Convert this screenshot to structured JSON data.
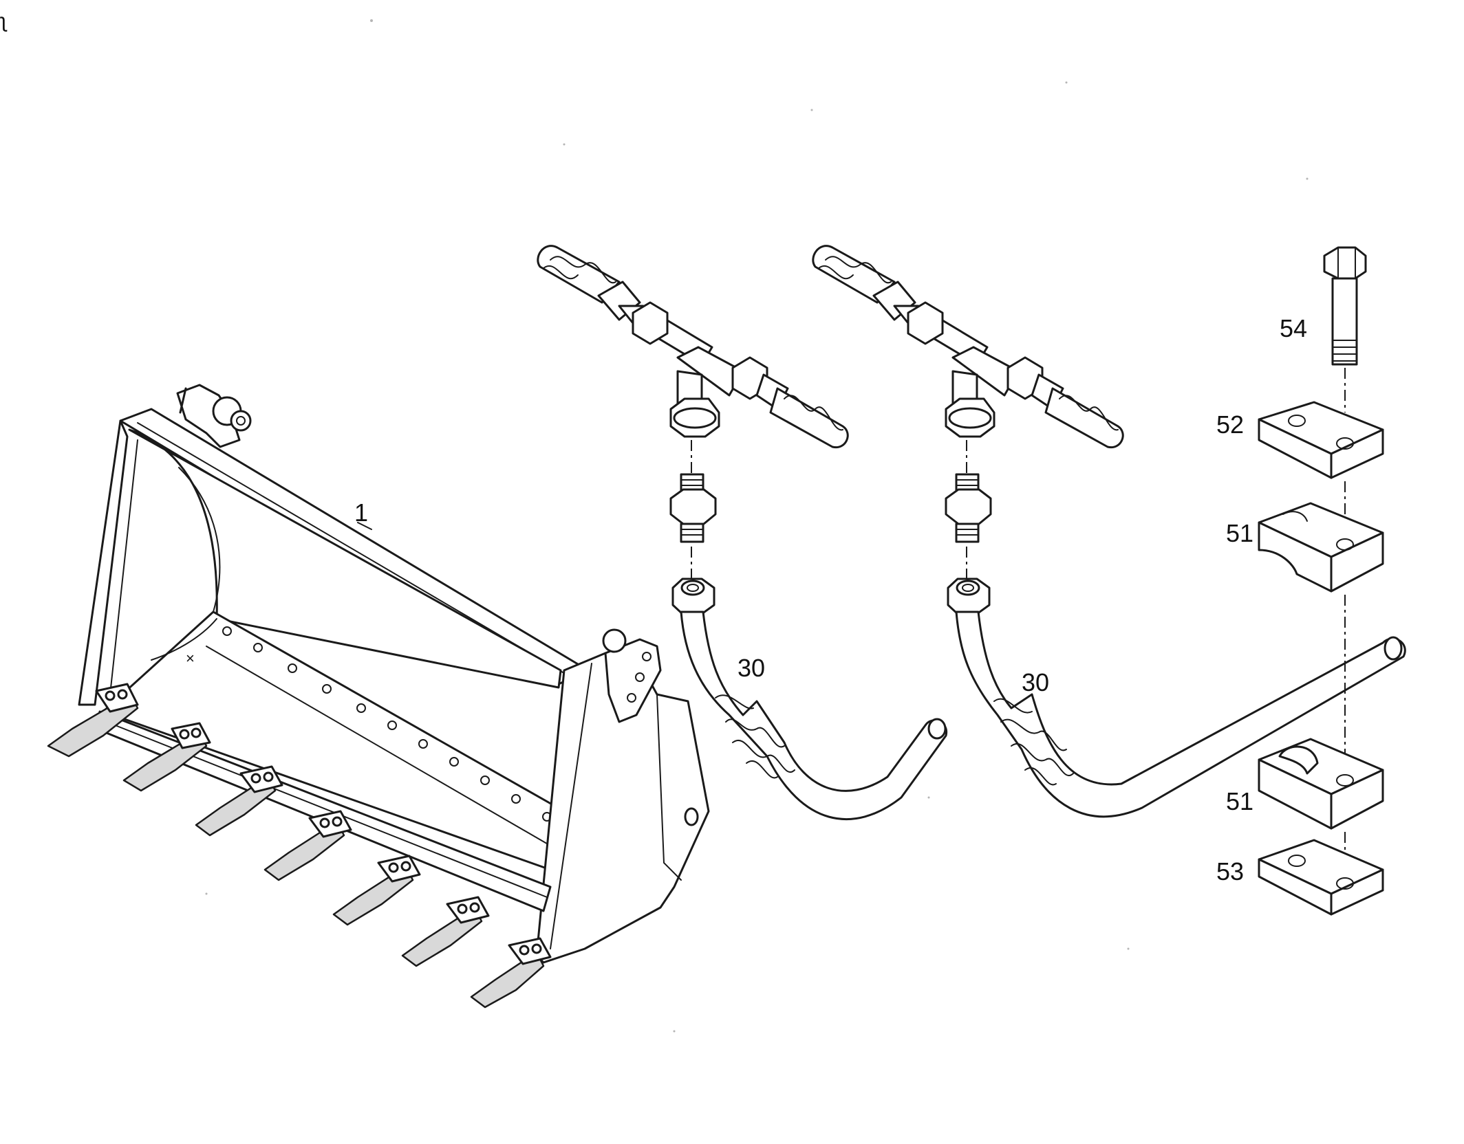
{
  "diagram": {
    "callouts": [
      {
        "id": "bucket",
        "label": "1"
      },
      {
        "id": "hose-left",
        "label": "30"
      },
      {
        "id": "hose-right",
        "label": "30"
      },
      {
        "id": "clamp-upper",
        "label": "51"
      },
      {
        "id": "clamp-lower",
        "label": "51"
      },
      {
        "id": "top-plate",
        "label": "52"
      },
      {
        "id": "bottom-plate",
        "label": "53"
      },
      {
        "id": "bolt",
        "label": "54"
      }
    ]
  }
}
